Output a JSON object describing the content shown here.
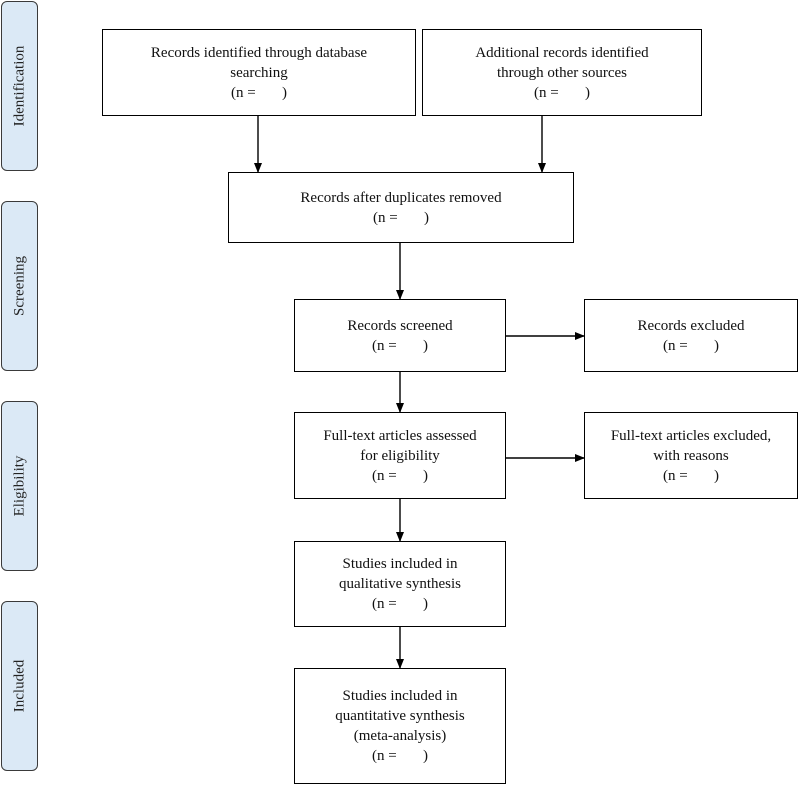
{
  "phases": [
    {
      "id": "identification",
      "label": "Identification"
    },
    {
      "id": "screening",
      "label": "Screening"
    },
    {
      "id": "eligibility",
      "label": "Eligibility"
    },
    {
      "id": "included",
      "label": "Included"
    }
  ],
  "nodes": {
    "db_search": {
      "lines": [
        "Records identified through database",
        "searching",
        "(n =       )"
      ]
    },
    "other_sources": {
      "lines": [
        "Additional records identified",
        "through other sources",
        "(n =       )"
      ]
    },
    "after_duplicates": {
      "lines": [
        "Records after duplicates removed",
        "(n =       )"
      ]
    },
    "screened": {
      "lines": [
        "Records screened",
        "(n =       )"
      ]
    },
    "excluded": {
      "lines": [
        "Records excluded",
        "(n =       )"
      ]
    },
    "full_text": {
      "lines": [
        "Full-text articles assessed",
        "for eligibility",
        "(n =       )"
      ]
    },
    "full_text_excluded": {
      "lines": [
        "Full-text articles excluded,",
        "with reasons",
        "(n =       )"
      ]
    },
    "qualitative": {
      "lines": [
        "Studies included in",
        "qualitative synthesis",
        "(n =       )"
      ]
    },
    "quantitative": {
      "lines": [
        "Studies included in",
        "quantitative synthesis",
        "(meta-analysis)",
        "(n =       )"
      ]
    }
  },
  "edges": [
    {
      "from": "db_search",
      "to": "after_duplicates"
    },
    {
      "from": "other_sources",
      "to": "after_duplicates"
    },
    {
      "from": "after_duplicates",
      "to": "screened"
    },
    {
      "from": "screened",
      "to": "excluded"
    },
    {
      "from": "screened",
      "to": "full_text"
    },
    {
      "from": "full_text",
      "to": "full_text_excluded"
    },
    {
      "from": "full_text",
      "to": "qualitative"
    },
    {
      "from": "qualitative",
      "to": "quantitative"
    }
  ]
}
